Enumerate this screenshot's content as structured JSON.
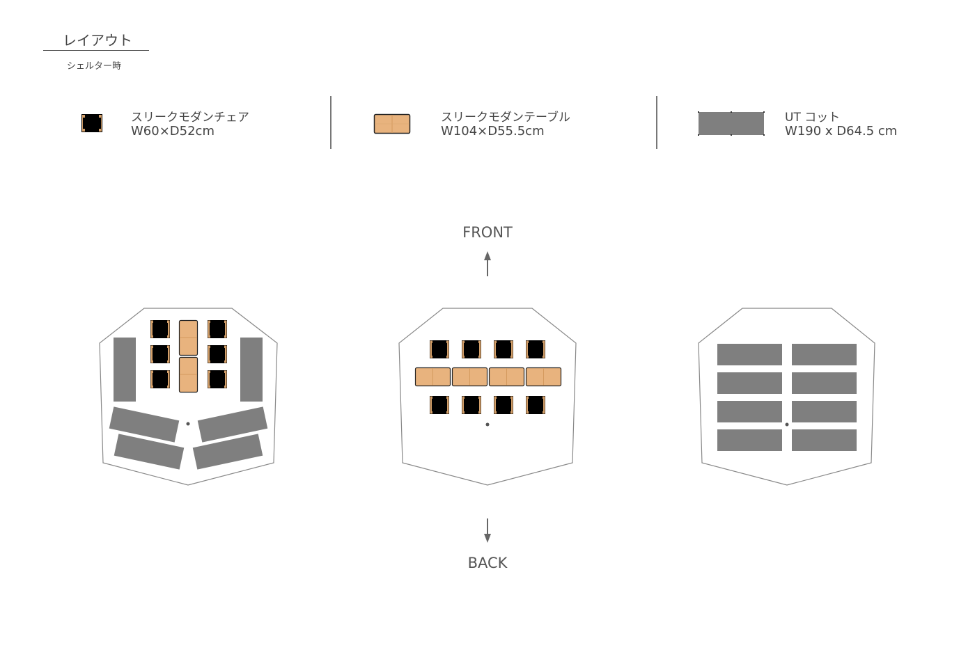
{
  "header": {
    "title": "レイアウト",
    "subtitle": "シェルター時"
  },
  "legend": [
    {
      "icon": "chair-icon",
      "name": "スリークモダンチェア",
      "dims": "W60×D52cm"
    },
    {
      "icon": "table-icon",
      "name": "スリークモダンテーブル",
      "dims": "W104×D55.5cm"
    },
    {
      "icon": "cot-icon",
      "name": "UT コット",
      "dims": "W190 x D64.5 cm"
    }
  ],
  "directions": {
    "front": "FRONT",
    "back": "BACK"
  },
  "colors": {
    "chair": "#000000",
    "chair_frame": "#d4a06a",
    "table": "#e8b37e",
    "cot": "#7f7f7f",
    "outline": "#888888",
    "divider": "#777777"
  }
}
